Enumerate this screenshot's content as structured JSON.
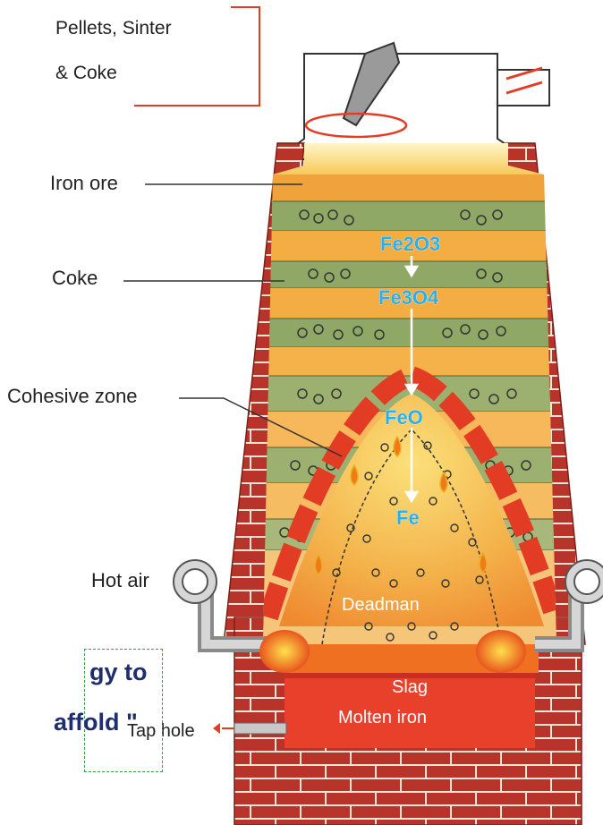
{
  "labels": {
    "charge": [
      "Pellets, Sinter",
      "& Coke"
    ],
    "iron_ore": "Iron ore",
    "coke": "Coke",
    "cohesive_zone": "Cohesive zone",
    "hot_air": "Hot air",
    "tap_hole": "Tap hole",
    "deadman": "Deadman",
    "slag": "Slag",
    "molten_iron": "Molten iron"
  },
  "reactions": [
    "Fe2O3",
    "Fe3O4",
    "FeO",
    "Fe"
  ],
  "callout": {
    "line1": "gy to",
    "line2": "affold \""
  },
  "colors": {
    "brick": "#b8342a",
    "mortar": "#f2e6d8",
    "ore_layer": "#f0a33a",
    "coke_layer": "#8fa865",
    "cohesive": "#e23c25",
    "hearth": "#e8402a",
    "slag": "#ef7020",
    "chem_text": "#2ab0e8",
    "callout_text": "#1f2f6e",
    "callout_border": "#3aa04a"
  }
}
